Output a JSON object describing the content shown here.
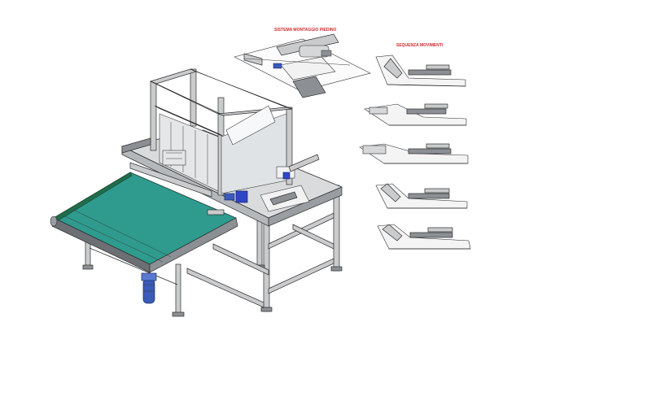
{
  "labels": {
    "assembly_title": "SISTEMA MONTAGGIO PIEDINO",
    "sequence_title": "SEQUENZA MOVIMENTI"
  },
  "colors": {
    "label_red": "#d42a2a",
    "belt_teal": "#2e9b8e",
    "belt_edge": "#1f6e4a",
    "motor_blue": "#3a5bb8",
    "accent_blue": "#2f45c8",
    "frame_gray": "#c9cbcd"
  },
  "sequence_steps": 5
}
